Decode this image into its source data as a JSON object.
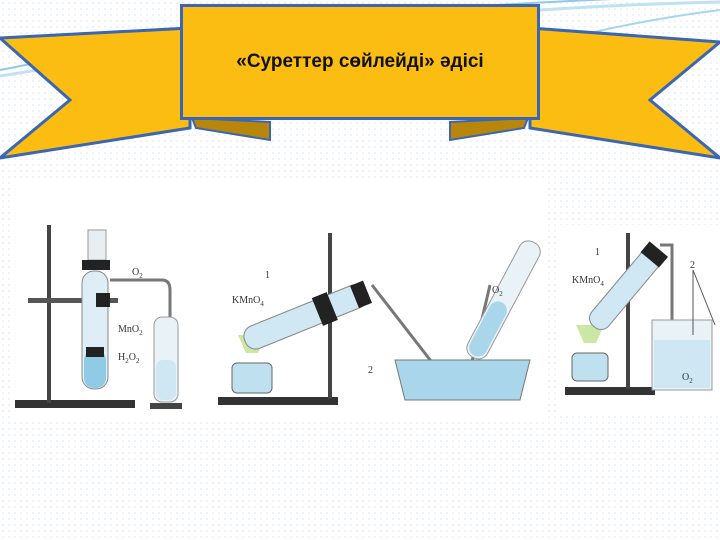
{
  "slide": {
    "title": "«Суреттер сөйлейді» әдісі",
    "colors": {
      "banner": "#fbbd11",
      "border": "#3a66b3",
      "water": "#a9d6ea"
    }
  },
  "apparatus": {
    "left": {
      "gas": "O",
      "gas_sub": "2",
      "catalyst": "MnO",
      "catalyst_sub": "2",
      "liquid": "H",
      "liquid_sub1": "2",
      "liquid_mid": "O",
      "liquid_sub2": "2"
    },
    "middle": {
      "reagent": "KMnO",
      "reagent_sub": "4",
      "label_1": "1",
      "label_2": "2",
      "gas": "O",
      "gas_sub": "2"
    },
    "right": {
      "reagent": "KMnO",
      "reagent_sub": "4",
      "label_1": "1",
      "label_2": "2",
      "gas": "O",
      "gas_sub": "2"
    }
  }
}
